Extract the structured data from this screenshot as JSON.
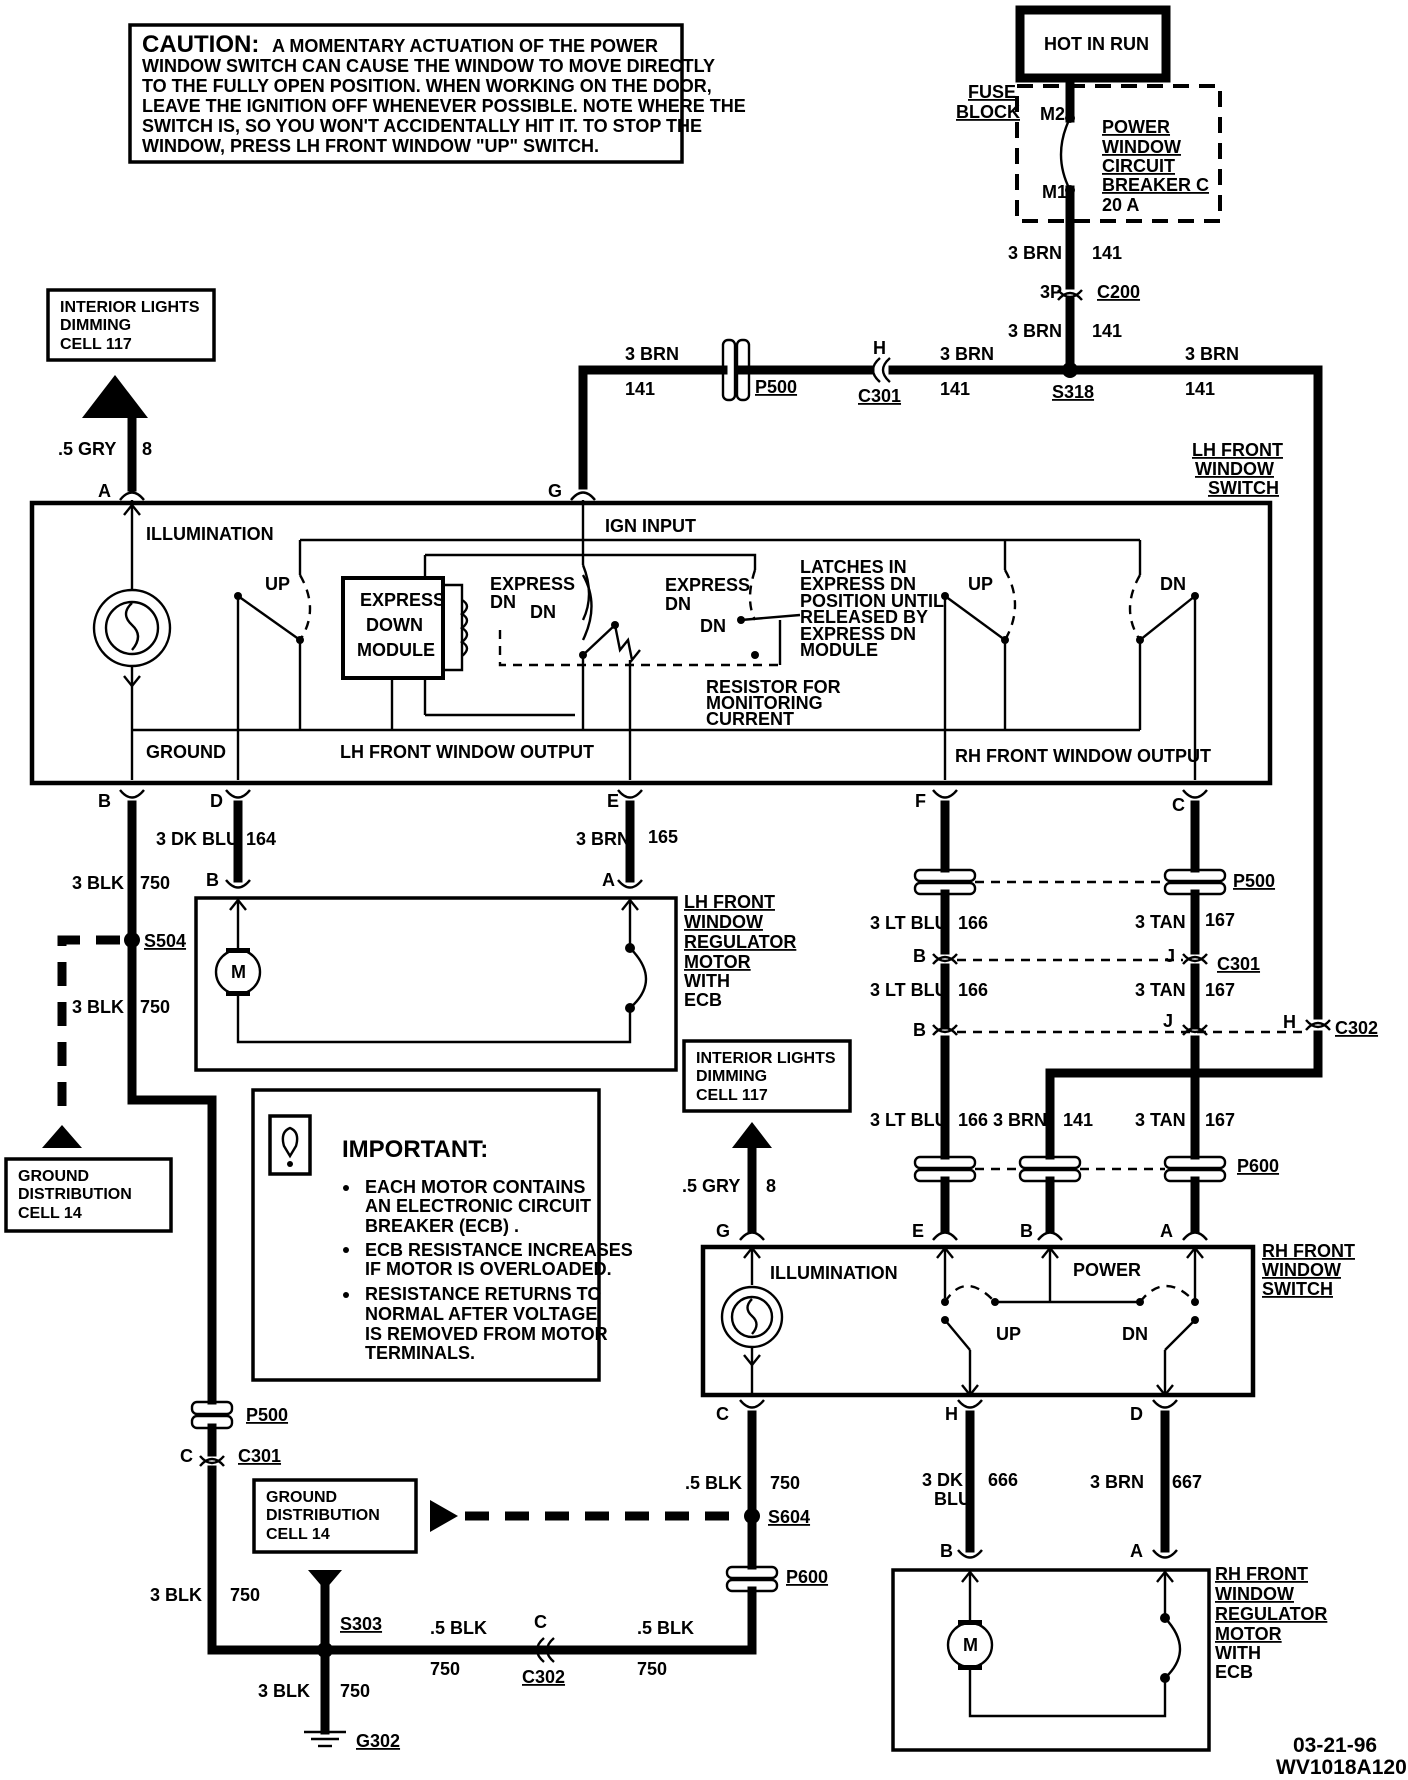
{
  "caution": {
    "title": "CAUTION:",
    "lines": [
      "A MOMENTARY ACTUATION OF THE POWER",
      "WINDOW SWITCH CAN CAUSE THE WINDOW TO MOVE DIRECTLY",
      "TO THE FULLY OPEN POSITION.  WHEN WORKING ON THE DOOR,",
      "LEAVE THE IGNITION OFF WHENEVER POSSIBLE.  NOTE WHERE THE",
      "SWITCH IS, SO YOU WON'T ACCIDENTALLY HIT IT.   TO STOP THE",
      "WINDOW, PRESS LH FRONT WINDOW \"UP\" SWITCH."
    ]
  },
  "hot_in_run": "HOT IN RUN",
  "fuse_block": {
    "label_1": "FUSE",
    "label_2": "BLOCK",
    "m2": "M2",
    "m1": "M1",
    "breaker": [
      "POWER",
      "WINDOW",
      "CIRCUIT",
      "BREAKER C"
    ],
    "rating": "20  A"
  },
  "interior_lights": [
    "INTERIOR  LIGHTS",
    "DIMMING",
    "CELL  117"
  ],
  "ground_dist": [
    "GROUND",
    "DISTRIBUTION",
    "CELL  14"
  ],
  "lh_switch": {
    "title": [
      "LH FRONT",
      "WINDOW",
      "SWITCH"
    ],
    "illumination": "ILLUMINATION",
    "ign_input": "IGN INPUT",
    "express_down_module": [
      "EXPRESS",
      "DOWN",
      "MODULE"
    ],
    "express": "EXPRESS",
    "dn": "DN",
    "up": "UP",
    "latches": [
      "LATCHES IN",
      "EXPRESS DN",
      "POSITION UNTIL",
      "RELEASED BY",
      "EXPRESS DN",
      "MODULE"
    ],
    "resistor": [
      "RESISTOR FOR",
      "MONITORING",
      "CURRENT"
    ],
    "ground": "GROUND",
    "lh_output": "LH FRONT WINDOW OUTPUT",
    "rh_output": "RH FRONT WINDOW OUTPUT"
  },
  "lh_motor": {
    "title": [
      "LH FRONT",
      "WINDOW",
      "REGULATOR",
      "MOTOR"
    ],
    "with": "WITH",
    "ecb": "ECB",
    "m": "M"
  },
  "rh_motor": {
    "title": [
      "RH FRONT",
      "WINDOW",
      "REGULATOR",
      "MOTOR"
    ],
    "with": "WITH",
    "ecb": "ECB",
    "m": "M"
  },
  "rh_switch": {
    "title": [
      "RH FRONT",
      "WINDOW",
      "SWITCH"
    ],
    "illumination": "ILLUMINATION",
    "power": "POWER",
    "up": "UP",
    "dn": "DN"
  },
  "important": {
    "title": "IMPORTANT:",
    "bullets": [
      [
        "EACH MOTOR CONTAINS",
        "AN ELECTRONIC CIRCUIT",
        "BREAKER (ECB) ."
      ],
      [
        "ECB RESISTANCE INCREASES",
        "IF MOTOR IS OVERLOADED."
      ],
      [
        "RESISTANCE RETURNS TO",
        "NORMAL AFTER VOLTAGE",
        "IS REMOVED FROM MOTOR",
        "TERMINALS."
      ]
    ]
  },
  "wires": {
    "brn141": "3  BRN",
    "n141": "141",
    "brn_a": "3 BRN",
    "gry8": ".5  GRY",
    "n8": "8",
    "dkblu164": "3 DK BLU",
    "n164": "164",
    "brn165": "3 BRN",
    "n165": "165",
    "blk750": "3 BLK",
    "n750": "750",
    "ltblu166": "3 LT BLU",
    "n166": "166",
    "tan167": "3 TAN",
    "n167": "167",
    "brn141b": "3 BRN",
    "blk5": ".5  BLK",
    "dk": "3  DK",
    "blu": "BLU",
    "n666": "666",
    "brn667": "3  BRN",
    "n667": "667",
    "blk3": "3  BLK"
  },
  "connectors": {
    "c200": "C200",
    "p3": "3P",
    "s318": "S318",
    "c301": "C301",
    "h": "H",
    "p500": "P500",
    "c302": "C302",
    "p600": "P600",
    "s504": "S504",
    "s604": "S604",
    "s303": "S303",
    "g302": "G302"
  },
  "pins": {
    "a": "A",
    "b": "B",
    "c": "C",
    "d": "D",
    "e": "E",
    "f": "F",
    "g": "G",
    "h": "H",
    "j": "J",
    "j2": "J"
  },
  "footer": {
    "date": "03-21-96",
    "code": "WV1018A120"
  }
}
